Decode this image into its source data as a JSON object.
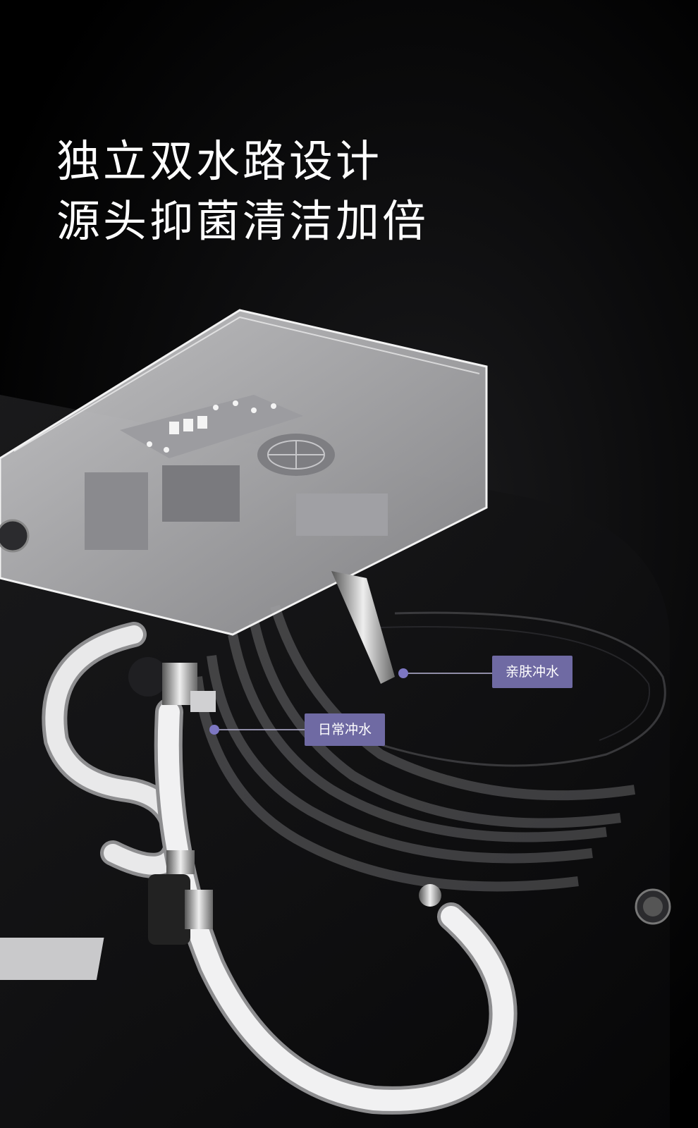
{
  "headline": {
    "line1": "独立双水路设计",
    "line2": "源头抑菌清洁加倍"
  },
  "callouts": {
    "skin_flush": "亲肤冲水",
    "daily_flush": "日常冲水"
  },
  "colors": {
    "background": "#000000",
    "callout_bg": "#6f6aa3",
    "callout_dot": "#7d77c2",
    "text": "#ffffff"
  }
}
